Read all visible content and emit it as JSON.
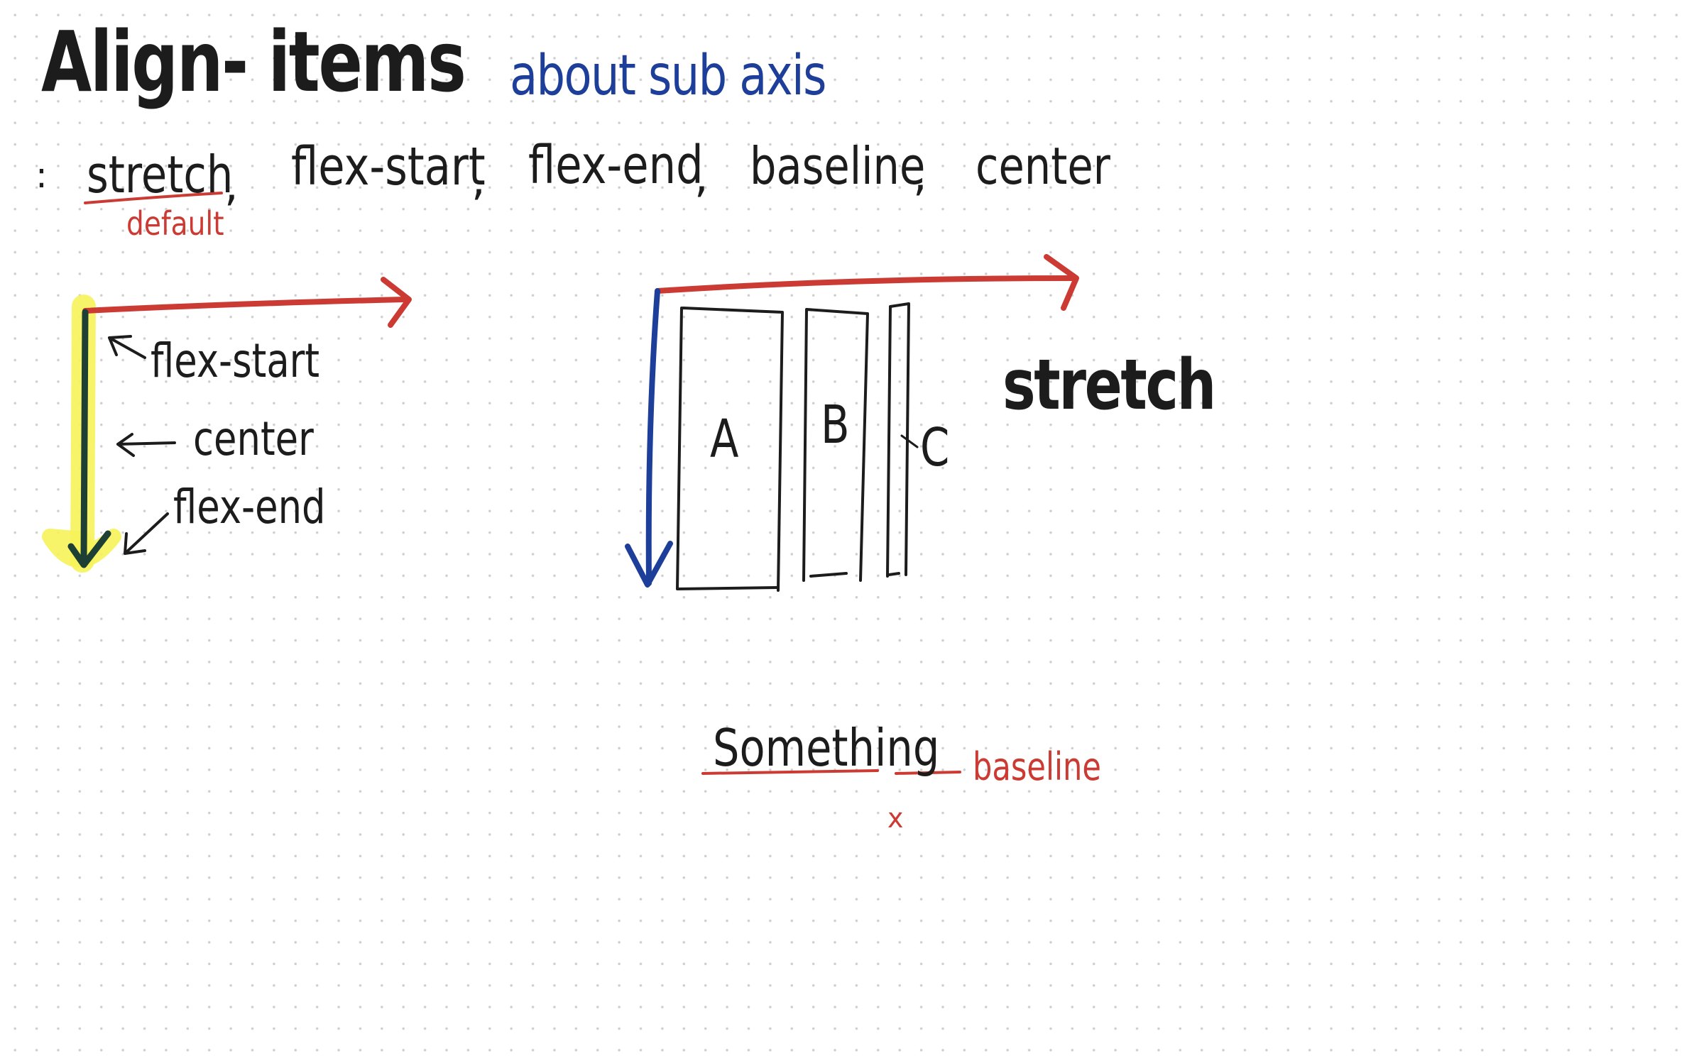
{
  "note": {
    "title": "Align- items",
    "subtitle": "about sub axis",
    "colon": ":",
    "values": {
      "stretch": "stretch",
      "flex_start": "flex-start",
      "flex_end": "flex-end",
      "baseline": "baseline",
      "center": "center",
      "separator": ","
    },
    "default_note": "default"
  },
  "axis_diagram": {
    "flex_start": "flex-start",
    "center": "center",
    "flex_end": "flex-end"
  },
  "stretch_diagram": {
    "items": [
      "A",
      "B",
      "C"
    ],
    "label": "stretch"
  },
  "baseline_example": {
    "word": "Something",
    "label": "baseline",
    "mark": "x"
  },
  "colors": {
    "ink_black": "#1c1c1c",
    "ink_blue": "#1d3f9a",
    "ink_red": "#cc3b33",
    "highlighter_yellow": "#f7f35a",
    "dark_green_axis": "#1e3f33",
    "dot_grid": "#cfcfcf"
  }
}
